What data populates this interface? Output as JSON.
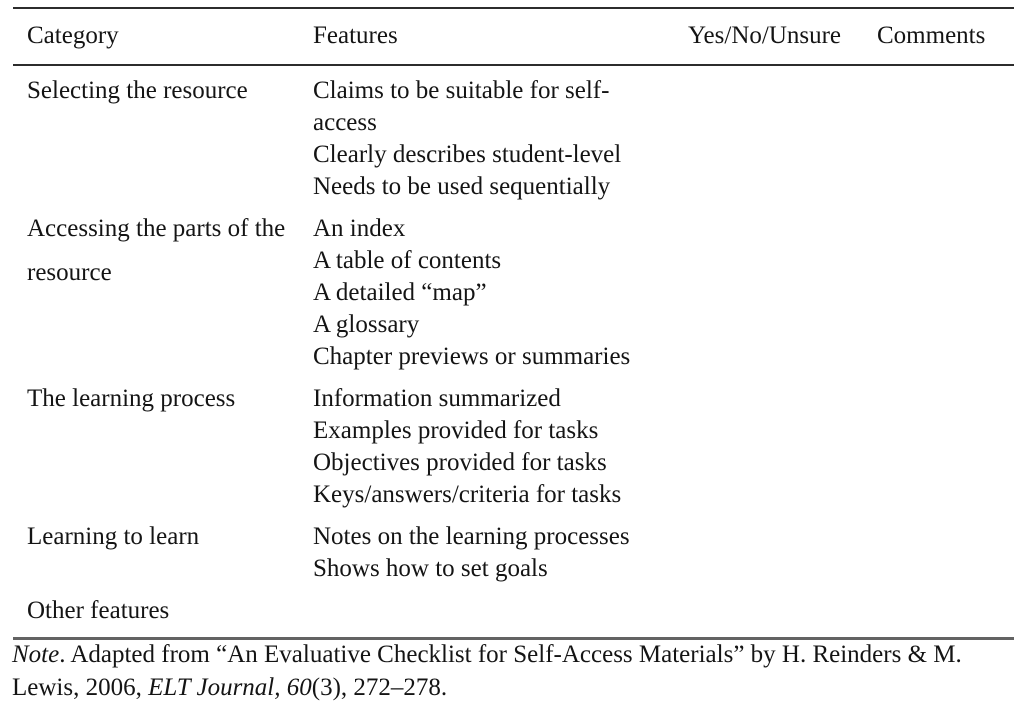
{
  "page": {
    "background": "#ffffff",
    "text_color": "#141414",
    "rule_color": "#2c2c2c",
    "bottom_rule_color": "#636363"
  },
  "table": {
    "headers": [
      "Category",
      "Features",
      "Yes/No/Unsure",
      "Comments"
    ],
    "rows": [
      {
        "category": "Selecting the resource",
        "features": [
          "Claims to be suitable for self-access",
          "Clearly describes student-level",
          "Needs to be used sequentially"
        ],
        "yes_no_unsure": "",
        "comments": ""
      },
      {
        "category": "Accessing the parts of the resource",
        "features": [
          "An index",
          "A table of contents",
          "A detailed “map”",
          "A glossary",
          "Chapter previews or summaries"
        ],
        "yes_no_unsure": "",
        "comments": ""
      },
      {
        "category": "The learning process",
        "features": [
          "Information summarized",
          "Examples provided for tasks",
          "Objectives provided for tasks",
          "Keys/answers/criteria for tasks"
        ],
        "yes_no_unsure": "",
        "comments": ""
      },
      {
        "category": "Learning to learn",
        "features": [
          "Notes on the learning processes",
          "Shows how to set goals"
        ],
        "yes_no_unsure": "",
        "comments": ""
      },
      {
        "category": "Other features",
        "features": [],
        "yes_no_unsure": "",
        "comments": ""
      }
    ]
  },
  "note": {
    "segments": [
      {
        "text": "Note",
        "italic": true
      },
      {
        "text": ". Adapted from “An Evaluative Checklist for Self-Access Materials” by H. Reinders & M. Lewis, 2006, ",
        "italic": false
      },
      {
        "text": "ELT Journal, 60",
        "italic": true
      },
      {
        "text": "(3), 272–278.",
        "italic": false
      }
    ]
  }
}
